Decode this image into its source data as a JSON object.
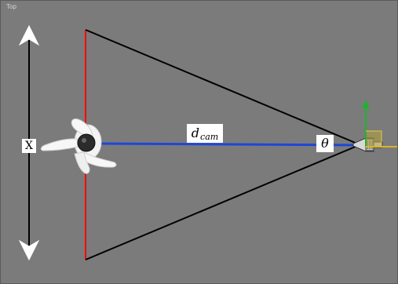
{
  "viewport": {
    "view_label": "Top",
    "background": "#7b7b7b"
  },
  "annotations": {
    "width_label": "X",
    "distance_main": "d",
    "distance_sub": "cam",
    "angle_label": "θ"
  },
  "colors": {
    "frustum_line": "#000000",
    "subject_plane": "#ff0000",
    "camera_axis": "#1f46d8",
    "arrow": "#ffffff"
  },
  "icons": {
    "figure": "human-figure-icon",
    "camera": "camera-icon",
    "gizmo": "transform-gizmo-icon"
  }
}
